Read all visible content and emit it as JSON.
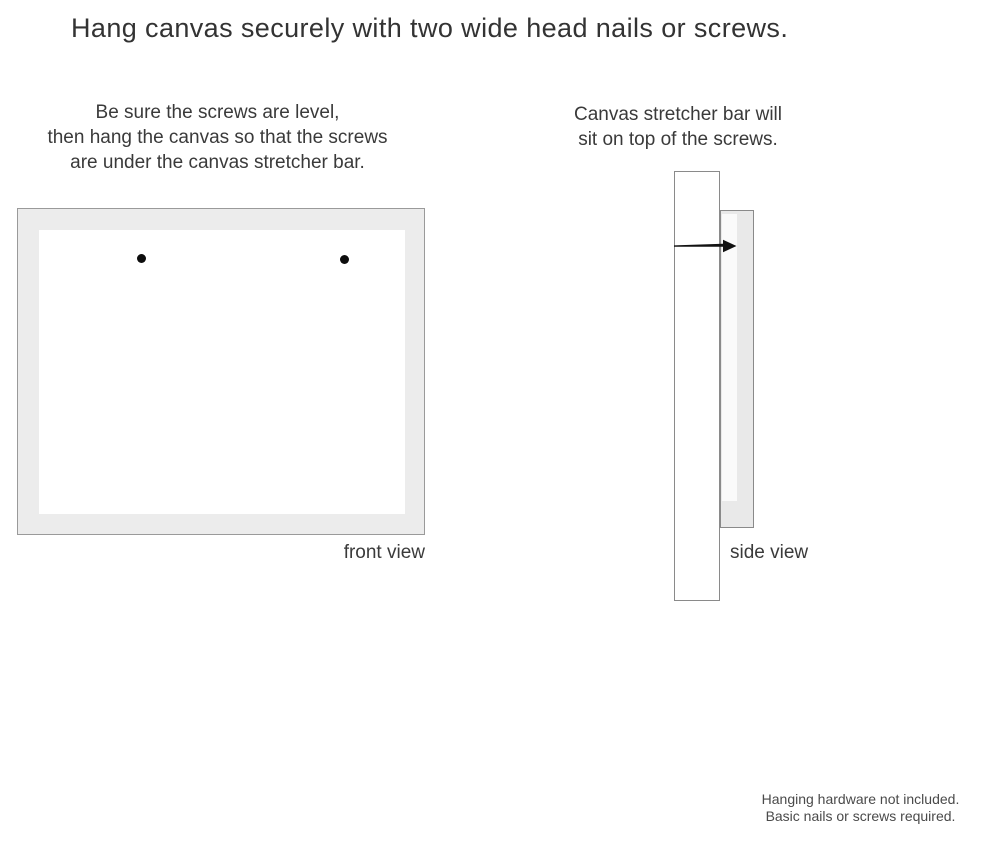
{
  "title": "Hang canvas securely with two wide head nails or screws.",
  "front_section": {
    "instruction_lines": [
      "Be sure the screws are level,",
      "then hang the canvas so that the screws",
      "are under the canvas stretcher bar."
    ],
    "label": "front view",
    "screw_count": 2
  },
  "side_section": {
    "instruction_lines": [
      "Canvas stretcher bar will",
      "sit on top of the screws."
    ],
    "label": "side view"
  },
  "footer": {
    "lines": [
      "Hanging hardware not included.",
      "Basic nails or screws required."
    ]
  },
  "colors": {
    "background": "#ffffff",
    "text": "#3a3a3a",
    "footer_text": "#4a4a4a",
    "frame_fill": "#ececec",
    "frame_border": "#9a9a9a",
    "side_canvas_fill": "#e9e9e9",
    "side_border": "#8a8a8a",
    "screw": "#0d0d0d",
    "nail": "#111111"
  }
}
